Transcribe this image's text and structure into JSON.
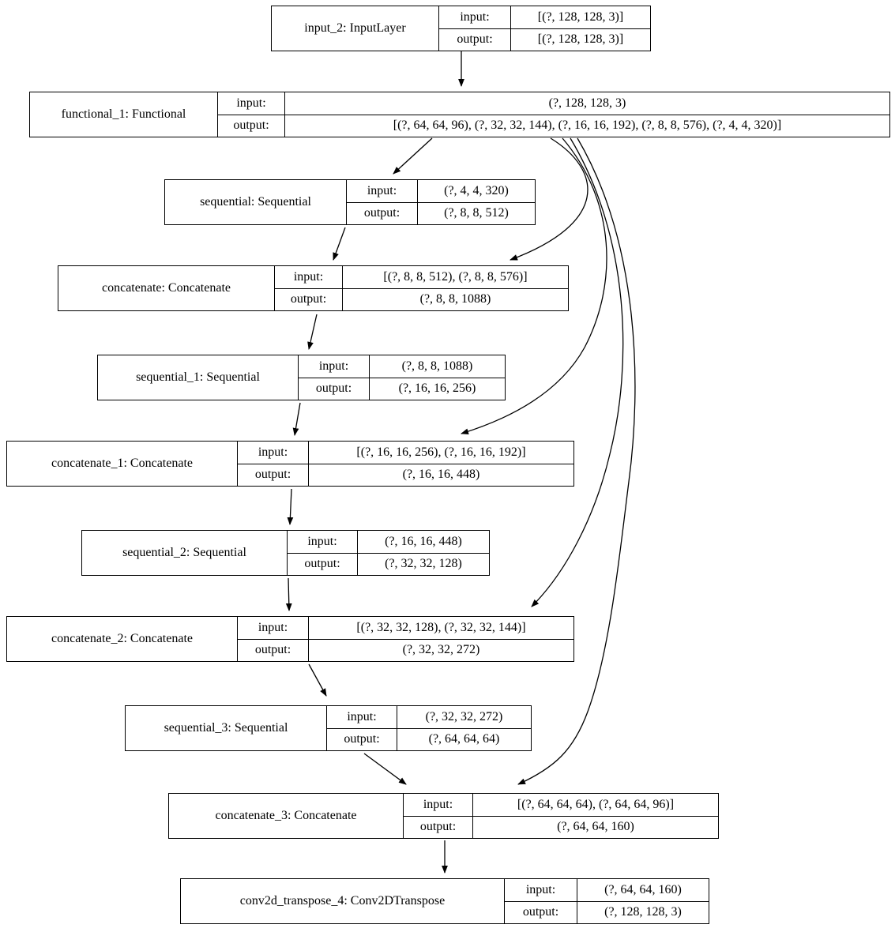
{
  "diagram": {
    "kind": "keras-model-plot",
    "colors": {
      "stroke": "#000000",
      "background": "#ffffff"
    },
    "labels": {
      "input": "input:",
      "output": "output:"
    },
    "nodes": [
      {
        "id": "input_2",
        "name": "input_2: InputLayer",
        "input": "[(?, 128, 128, 3)]",
        "output": "[(?, 128, 128, 3)]"
      },
      {
        "id": "functional_1",
        "name": "functional_1: Functional",
        "input": "(?, 128, 128, 3)",
        "output": "[(?, 64, 64, 96), (?, 32, 32, 144), (?, 16, 16, 192), (?, 8, 8, 576), (?, 4, 4, 320)]"
      },
      {
        "id": "sequential",
        "name": "sequential: Sequential",
        "input": "(?, 4, 4, 320)",
        "output": "(?, 8, 8, 512)"
      },
      {
        "id": "concatenate",
        "name": "concatenate: Concatenate",
        "input": "[(?, 8, 8, 512), (?, 8, 8, 576)]",
        "output": "(?, 8, 8, 1088)"
      },
      {
        "id": "sequential_1",
        "name": "sequential_1: Sequential",
        "input": "(?, 8, 8, 1088)",
        "output": "(?, 16, 16, 256)"
      },
      {
        "id": "concatenate_1",
        "name": "concatenate_1: Concatenate",
        "input": "[(?, 16, 16, 256), (?, 16, 16, 192)]",
        "output": "(?, 16, 16, 448)"
      },
      {
        "id": "sequential_2",
        "name": "sequential_2: Sequential",
        "input": "(?, 16, 16, 448)",
        "output": "(?, 32, 32, 128)"
      },
      {
        "id": "concatenate_2",
        "name": "concatenate_2: Concatenate",
        "input": "[(?, 32, 32, 128), (?, 32, 32, 144)]",
        "output": "(?, 32, 32, 272)"
      },
      {
        "id": "sequential_3",
        "name": "sequential_3: Sequential",
        "input": "(?, 32, 32, 272)",
        "output": "(?, 64, 64, 64)"
      },
      {
        "id": "concatenate_3",
        "name": "concatenate_3: Concatenate",
        "input": "[(?, 64, 64, 64), (?, 64, 64, 96)]",
        "output": "(?, 64, 64, 160)"
      },
      {
        "id": "conv2d_transpose_4",
        "name": "conv2d_transpose_4: Conv2DTranspose",
        "input": "(?, 64, 64, 160)",
        "output": "(?, 128, 128, 3)"
      }
    ],
    "edges": [
      {
        "from": "input_2",
        "to": "functional_1"
      },
      {
        "from": "functional_1",
        "to": "sequential"
      },
      {
        "from": "functional_1",
        "to": "concatenate"
      },
      {
        "from": "functional_1",
        "to": "concatenate_1"
      },
      {
        "from": "functional_1",
        "to": "concatenate_2"
      },
      {
        "from": "functional_1",
        "to": "concatenate_3"
      },
      {
        "from": "sequential",
        "to": "concatenate"
      },
      {
        "from": "concatenate",
        "to": "sequential_1"
      },
      {
        "from": "sequential_1",
        "to": "concatenate_1"
      },
      {
        "from": "concatenate_1",
        "to": "sequential_2"
      },
      {
        "from": "sequential_2",
        "to": "concatenate_2"
      },
      {
        "from": "concatenate_2",
        "to": "sequential_3"
      },
      {
        "from": "sequential_3",
        "to": "concatenate_3"
      },
      {
        "from": "concatenate_3",
        "to": "conv2d_transpose_4"
      }
    ]
  }
}
